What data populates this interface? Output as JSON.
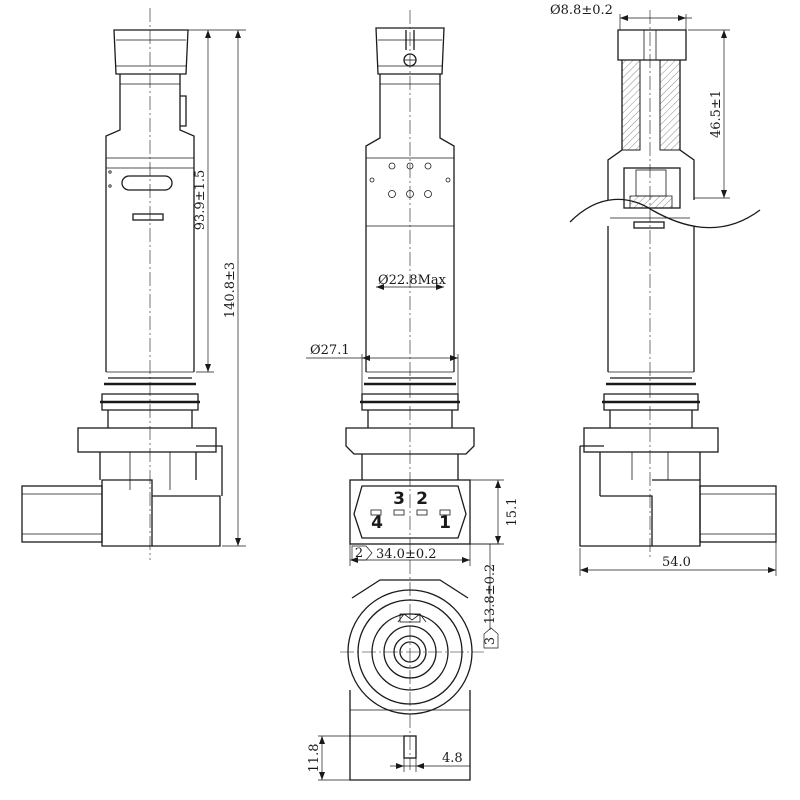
{
  "dimensions": {
    "top_diameter": "Ø8.8±0.2",
    "top_depth": "46.5±1",
    "body_length": "93.9±1.5",
    "overall_length": "140.8±3",
    "shaft_diameter": "Ø22.8Max",
    "seal_diameter": "Ø27.1",
    "connector_height": "15.1",
    "connector_width": "34.0±0.2",
    "connector_width_ref": "2",
    "flange_offset": "13.8±0.2",
    "flange_offset_ref": "3",
    "overall_width": "54.0",
    "key_height": "11.8",
    "key_width": "4.8"
  },
  "connector_pins": [
    "3",
    "2",
    "4",
    "1"
  ]
}
